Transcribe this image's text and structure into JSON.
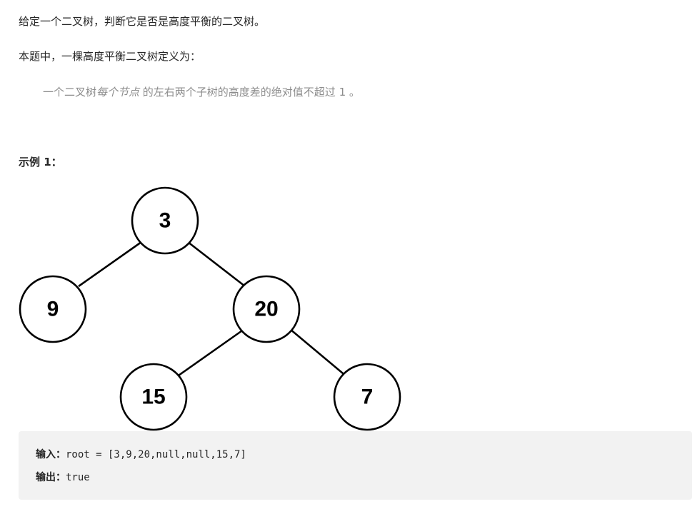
{
  "problem": {
    "intro": "给定一个二叉树，判断它是否是高度平衡的二叉树。",
    "definition_line": "本题中，一棵高度平衡二叉树定义为：",
    "quote": {
      "prefix": "一个二叉树",
      "emphasis": "每个节点",
      "suffix": " 的左右两个子树的高度差的绝对值不超过 1 。"
    }
  },
  "example": {
    "title": "示例 1：",
    "tree_nodes": [
      "3",
      "9",
      "20",
      "15",
      "7"
    ],
    "input_label": "输入：",
    "input_value": "root = [3,9,20,null,null,15,7]",
    "output_label": "输出：",
    "output_value": "true"
  }
}
